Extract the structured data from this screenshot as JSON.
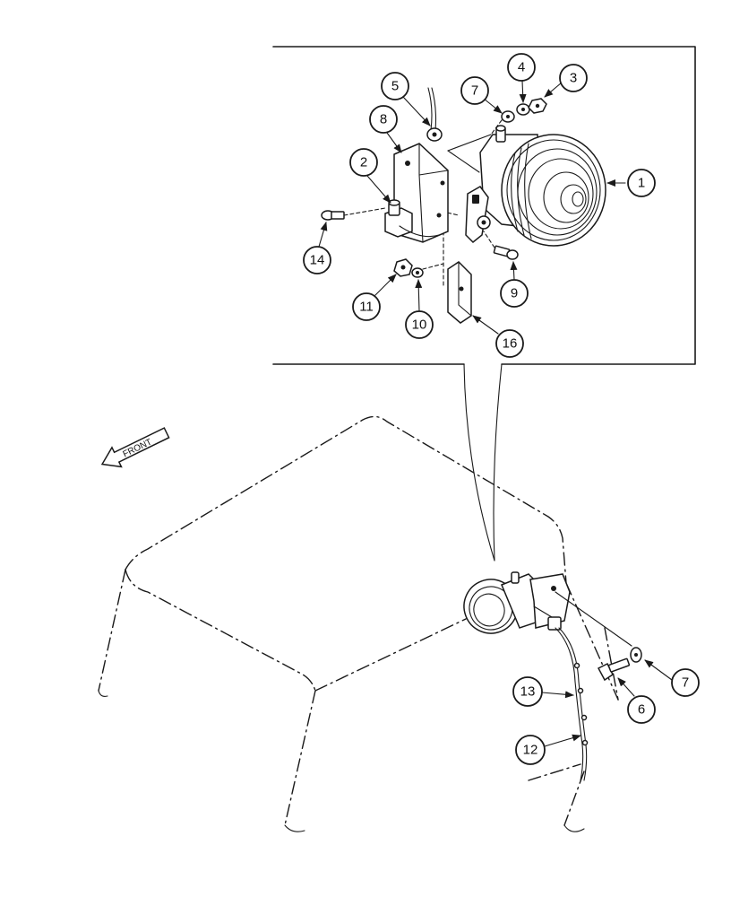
{
  "front_label": "FRONT",
  "callouts": {
    "c1": "1",
    "c2": "2",
    "c3": "3",
    "c4": "4",
    "c5": "5",
    "c6": "6",
    "c7a": "7",
    "c7b": "7",
    "c8": "8",
    "c9": "9",
    "c10": "10",
    "c11": "11",
    "c12": "12",
    "c13": "13",
    "c14": "14",
    "c16": "16"
  },
  "colors": {
    "line": "#1a1a1a",
    "paper": "#ffffff"
  }
}
